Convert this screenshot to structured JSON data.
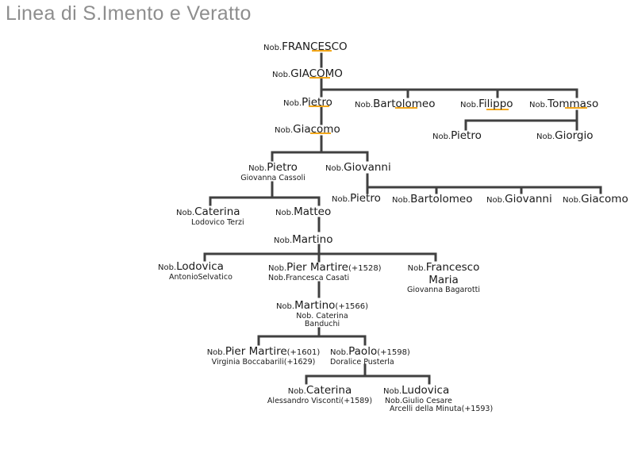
{
  "title": "Linea di S.Imento e Veratto",
  "colors": {
    "line": "#404040",
    "highlight": "#f2a71b",
    "title": "#8e8e8e"
  },
  "persons": {
    "francesco": {
      "prefix": "Nob.",
      "name": "FRANCESCO"
    },
    "giacomo1": {
      "prefix": "Nob.",
      "name": "GIACOMO"
    },
    "pietro1": {
      "prefix": "Nob.",
      "name": "Pietro"
    },
    "bartolomeo1": {
      "prefix": "Nob.",
      "name": "Bartolomeo"
    },
    "filippo": {
      "prefix": "Nob.",
      "name": "Filippo"
    },
    "tommaso": {
      "prefix": "Nob.",
      "name": "Tommaso"
    },
    "pietro_t": {
      "prefix": "Nob.",
      "name": "Pietro"
    },
    "giorgio": {
      "prefix": "Nob.",
      "name": "Giorgio"
    },
    "giacomo2": {
      "prefix": "Nob.",
      "name": "Giacomo"
    },
    "pietro2": {
      "prefix": "Nob.",
      "name": "Pietro",
      "spouse": "Giovanna Cassoli"
    },
    "giovanni1": {
      "prefix": "Nob.",
      "name": "Giovanni"
    },
    "pietro3": {
      "prefix": "Nob.",
      "name": "Pietro"
    },
    "bartolomeo2": {
      "prefix": "Nob.",
      "name": "Bartolomeo"
    },
    "giovanni2": {
      "prefix": "Nob.",
      "name": "Giovanni"
    },
    "giacomo3": {
      "prefix": "Nob.",
      "name": "Giacomo"
    },
    "caterina1": {
      "prefix": "Nob.",
      "name": "Caterina",
      "spouse": "Lodovico Terzi"
    },
    "matteo": {
      "prefix": "Nob.",
      "name": "Matteo"
    },
    "martino1": {
      "prefix": "Nob.",
      "name": "Martino"
    },
    "lodovica": {
      "prefix": "Nob.",
      "name": "Lodovica",
      "spouse": "AntonioSelvatico"
    },
    "piermartire1": {
      "prefix": "Nob.",
      "name": "Pier Martire",
      "note": "(+1528)",
      "spouse": "Nob.Francesca Casati"
    },
    "francescomaria": {
      "prefix": "Nob.",
      "name": "Francesco",
      "name2": "Maria",
      "spouse": "Giovanna Bagarotti"
    },
    "martino2": {
      "prefix": "Nob.",
      "name": "Martino",
      "note": "(+1566)",
      "spouse": "Nob. Caterina",
      "spouse2": "Banduchi"
    },
    "piermartire2": {
      "prefix": "Nob.",
      "name": "Pier Martire",
      "note": "(+1601)",
      "spouse": "Virginia Boccabarili(+1629)"
    },
    "paolo": {
      "prefix": "Nob.",
      "name": "Paolo",
      "note": "(+1598)",
      "spouse": "Doralice Pusterla"
    },
    "caterina2": {
      "prefix": "Nob.",
      "name": "Caterina",
      "spouse": "Alessandro Visconti(+1589)"
    },
    "ludovica": {
      "prefix": "Nob.",
      "name": "Ludovica",
      "spouse": "Nob.Giulio Cesare",
      "spouse2": "Arcelli della Minuta(+1593)"
    }
  }
}
